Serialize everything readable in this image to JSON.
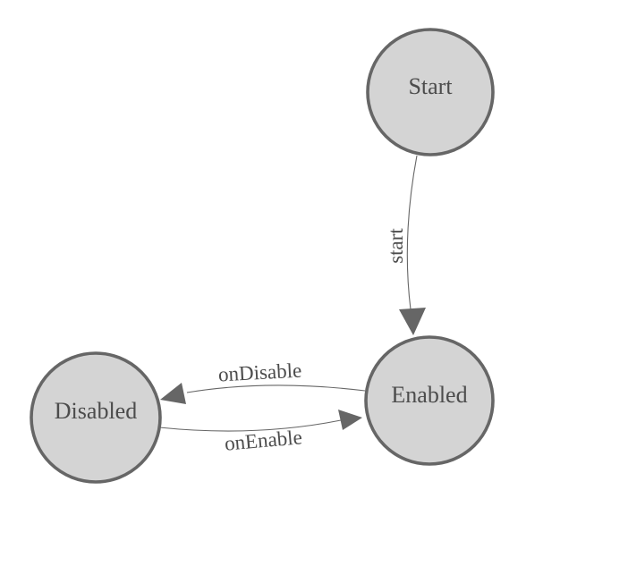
{
  "colors": {
    "background": "#ffffff",
    "node_fill": "#d4d4d4",
    "node_stroke": "#666666",
    "edge_color": "#666666",
    "text_color": "#4c4c4c"
  },
  "nodes": [
    {
      "id": "start",
      "label": "Start"
    },
    {
      "id": "enabled",
      "label": "Enabled"
    },
    {
      "id": "disabled",
      "label": "Disabled"
    }
  ],
  "edges": [
    {
      "from": "Start",
      "to": "Enabled",
      "label": "start"
    },
    {
      "from": "Enabled",
      "to": "Disabled",
      "label": "onDisable"
    },
    {
      "from": "Disabled",
      "to": "Enabled",
      "label": "onEnable"
    }
  ]
}
